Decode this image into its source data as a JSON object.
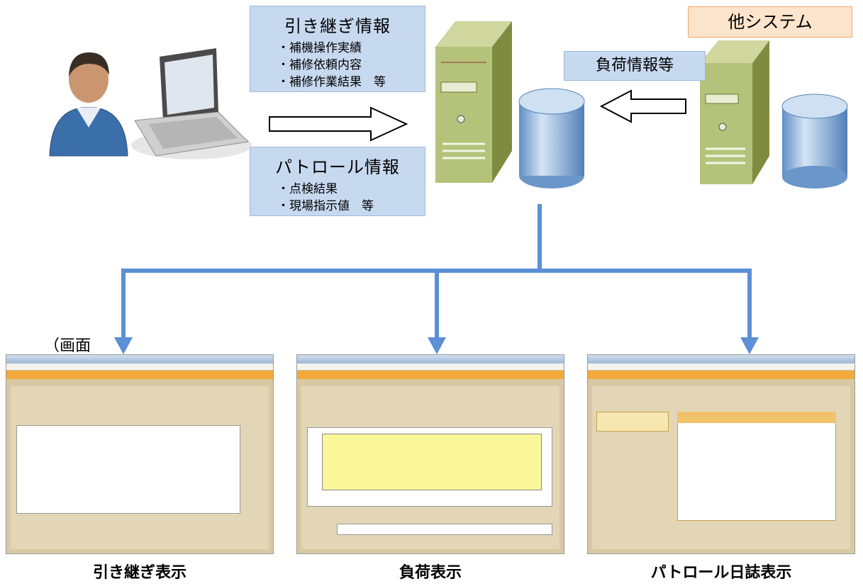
{
  "handover_box": {
    "title": "引き継ぎ情報",
    "items": [
      "補機操作実績",
      "補修依頼内容",
      "補修作業結果　等"
    ]
  },
  "patrol_box": {
    "title": "パトロール情報",
    "items": [
      "点検結果",
      "現場指示値　等"
    ]
  },
  "other_system_label": "他システム",
  "load_info_label": "負荷情報等",
  "screen_label": "（画面",
  "captions": {
    "handover": "引き継ぎ表示",
    "load": "負荷表示",
    "patrol": "パトロール日誌表示"
  },
  "colors": {
    "flow_line": "#5b8fd6",
    "box_fill": "#c7d9ef",
    "orange_box": "#fde4cc",
    "server_green": "#b5c27a",
    "db_blue": "#8fb3d9"
  }
}
